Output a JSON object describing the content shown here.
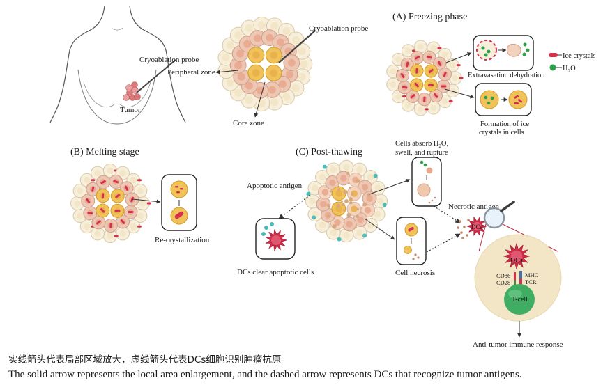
{
  "palette": {
    "cell_fill": "#f7efdc",
    "cell_stroke": "#d9caa4",
    "peripheral_fill": "#ecc7b3",
    "peripheral_stroke": "#d49d86",
    "core_fill": "#f0c35a",
    "core_stroke": "#d49b25",
    "core_nucleus": "#e9b04a",
    "ice_crystal": "#d6304f",
    "water_drop": "#27a046",
    "dc_red": "#cf2a45",
    "tcell_green": "#3fae62",
    "tcell_circle": "#f3e6c6",
    "antigen_teal": "#4bbcba",
    "debris": "#d9a87a"
  },
  "labels": {
    "cryoablation_probe_body": "Cryoablation probe",
    "tumor": "Tumor",
    "cryoablation_probe_cluster": "Cryoablation probe",
    "peripheral_zone": "Peripheral zone",
    "core_zone": "Core zone",
    "freezing_phase": "(A) Freezing phase",
    "extravasation_dehydration": "Extravasation dehydration",
    "formation_line1": "Formation of ice",
    "formation_line2": "crystals in cells",
    "legend_ice": "Ice crystals",
    "legend_water_main": "H",
    "legend_water_sub": "2",
    "legend_water_end": "O",
    "melting_stage": "(B) Melting stage",
    "recrystallization": "Re-crystallization",
    "post_thawing": "(C) Post-thawing",
    "absorb_line1_main": "Cells absorb H",
    "absorb_line1_sub": "2",
    "absorb_line1_end": "O,",
    "absorb_line2": "swell, and rupture",
    "apoptotic_antigen": "Apoptotic antigen",
    "dcs_clear": "DCs clear apoptotic cells",
    "necrotic_antigen": "Necrotic antigen",
    "cell_necrosis": "Cell necrosis",
    "dcs": "DCs",
    "cd86": "CD86",
    "cd28": "CD28",
    "mhc": "MHC",
    "tcr": "TCR",
    "tcell": "T-cell",
    "anti_tumor": "Anti-tumor immune response"
  },
  "captions": {
    "chinese": "实线箭头代表局部区域放大，虚线箭头代表DCs细胞识别肿瘤抗原。",
    "english": "The solid arrow represents the local area enlargement, and the dashed arrow represents DCs that recognize tumor antigens."
  }
}
